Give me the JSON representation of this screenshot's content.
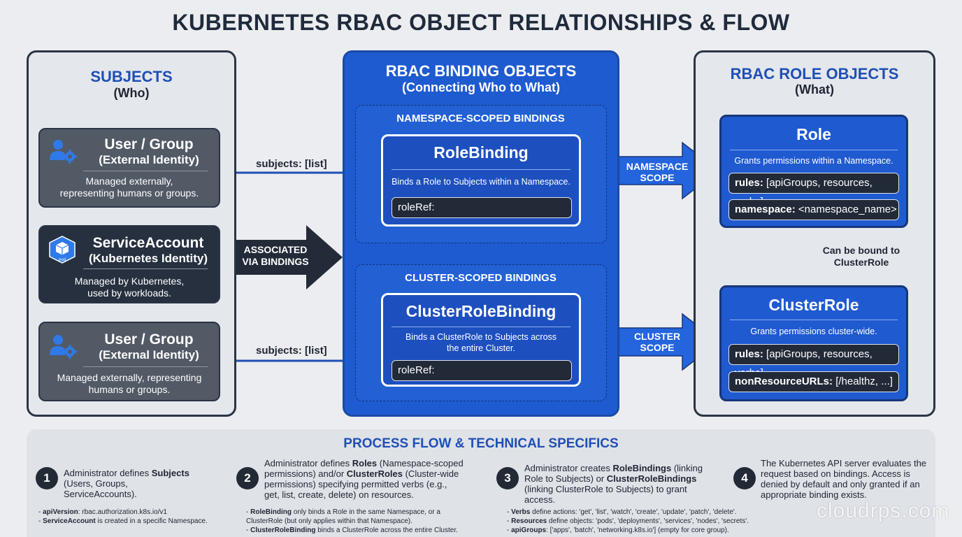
{
  "title": "KUBERNETES RBAC OBJECT RELATIONSHIPS & FLOW",
  "subjects_panel": {
    "heading": "SUBJECTS",
    "subheading": "(Who)",
    "cards": [
      {
        "title": "User / Group",
        "subtitle": "(External Identity)",
        "desc_line1": "Managed externally,",
        "desc_line2": "representing humans or groups.",
        "icon": "user-gear-icon"
      },
      {
        "title": "ServiceAccount",
        "subtitle": "(Kubernetes Identity)",
        "desc_line1": "Managed by Kubernetes,",
        "desc_line2": "used by workloads.",
        "icon": "pod-cube-icon",
        "icon_label": "pod"
      },
      {
        "title": "User / Group",
        "subtitle": "(External Identity)",
        "desc_line1": "Managed externally, representing",
        "desc_line2": "humans or groups.",
        "icon": "user-gear-icon"
      }
    ]
  },
  "binding_panel": {
    "heading": "RBAC BINDING OBJECTS",
    "subheading": "(Connecting Who to What)",
    "namespace_group": "NAMESPACE-SCOPED BINDINGS",
    "cluster_group": "CLUSTER-SCOPED BINDINGS",
    "rolebinding": {
      "title": "RoleBinding",
      "desc": "Binds a Role to Subjects within a Namespace.",
      "field": "roleRef:"
    },
    "clusterrolebinding": {
      "title": "ClusterRoleBinding",
      "desc_line1": "Binds a ClusterRole to Subjects across",
      "desc_line2": "the entire Cluster.",
      "field": "roleRef:"
    }
  },
  "role_panel": {
    "heading": "RBAC ROLE OBJECTS",
    "subheading": "(What)",
    "role": {
      "title": "Role",
      "desc": "Grants permissions within a Namespace.",
      "field1_key": "rules:",
      "field1_val": " [apiGroups, resources, verbs]",
      "field2_key": "namespace:",
      "field2_val": " <namespace_name>"
    },
    "clusterrole": {
      "title": "ClusterRole",
      "desc": "Grants permissions cluster-wide.",
      "field1_key": "rules:",
      "field1_val": " [apiGroups, resources, verbs]",
      "field2_key": "nonResourceURLs:",
      "field2_val": " [/healthz, ...]"
    },
    "bound_note_line1": "Can be bound to",
    "bound_note_line2": "ClusterRole"
  },
  "arrows": {
    "subjects_list_top": "subjects: [list]",
    "subjects_list_bottom": "subjects: [list]",
    "associated_line1": "ASSOCIATED",
    "associated_line2": "VIA BINDINGS",
    "namespace_scope_line1": "NAMESPACE",
    "namespace_scope_line2": "SCOPE",
    "cluster_scope_line1": "CLUSTER",
    "cluster_scope_line2": "SCOPE"
  },
  "process": {
    "heading": "PROCESS FLOW & TECHNICAL SPECIFICS",
    "steps": [
      {
        "num": "1",
        "lines": [
          "Administrator defines <b>Subjects</b>",
          "(Users, Groups, ServiceAccounts)."
        ]
      },
      {
        "num": "2",
        "lines": [
          "Administrator defines <b>Roles</b> (Namespace-scoped",
          "permissions) and/or <b>ClusterRoles</b> (Cluster-wide",
          "permissions) specifying permitted verbs (e.g.,",
          "get, list, create, delete) on resources."
        ]
      },
      {
        "num": "3",
        "lines": [
          "Administrator creates <b>RoleBindings</b> (linking",
          "Role to Subjects) or <b>ClusterRoleBindings</b>",
          "(linking ClusterRole to Subjects) to grant access."
        ]
      },
      {
        "num": "4",
        "lines": [
          "The Kubernetes API server evaluates the",
          "request based on bindings. Access is",
          "denied by default and only granted if an",
          "appropriate binding exists."
        ]
      }
    ],
    "notes_col1": [
      "- <b>apiVersion</b>: rbac.authorization.k8s.io/v1",
      "- <b>ServiceAccount</b> is created in a specific Namespace."
    ],
    "notes_col2": [
      "- <b>RoleBinding</b> only binds a Role in the same Namespace, or a",
      "  ClusterRole (but only applies within that Namespace).",
      "- <b>ClusterRoleBinding</b> binds a ClusterRole across the entire Cluster."
    ],
    "notes_col3": [
      "- <b>Verbs</b> define actions: 'get', 'list', 'watch', 'create', 'update', 'patch', 'delete'.",
      "- <b>Resources</b> define objects: 'pods', 'deployments', 'services', 'nodes', 'secrets'.",
      "- <b>apiGroups</b>: ['apps', 'batch', 'networking.k8s.io'] (empty for core group)."
    ]
  },
  "watermark": "cloudrps.com"
}
